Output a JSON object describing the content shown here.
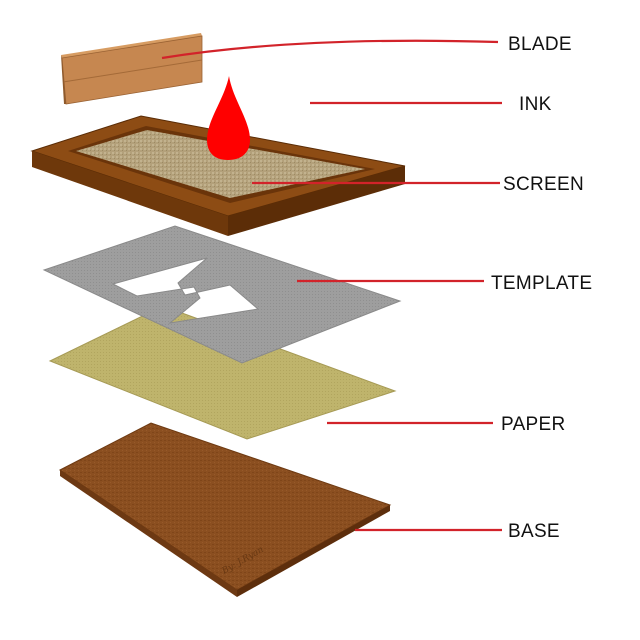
{
  "colors": {
    "leader_line": "#d2232a",
    "ink": "#ff0000",
    "blade_front": "#c98a52",
    "blade_top": "#dba36a",
    "frame_wood": "#8a4a12",
    "frame_dark": "#5e2e06",
    "mesh": "#b5a27c",
    "template": "#9d9d9d",
    "paper": "#bdb26a",
    "base": "#8a4e1f"
  },
  "labels": {
    "blade": "BLADE",
    "ink": "INK",
    "screen": "SCREEN",
    "template": "TEMPLATE",
    "paper": "PAPER",
    "base": "BASE"
  },
  "signature": "By: J.Ryan",
  "icons": {
    "ink_drop": "droplet-icon"
  }
}
